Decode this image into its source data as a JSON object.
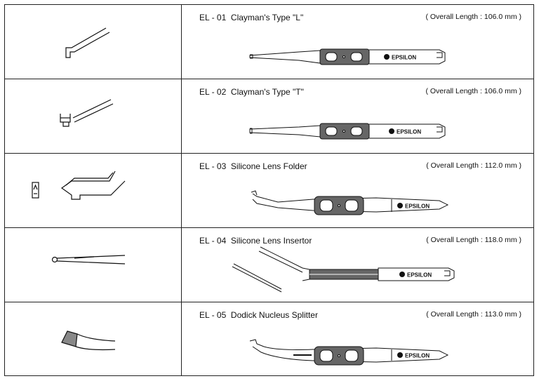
{
  "brand": "EPSILON",
  "products": [
    {
      "code": "EL - 01",
      "name": "Clayman's Type \"L\"",
      "length": "( Overall Length : 106.0 mm )"
    },
    {
      "code": "EL - 02",
      "name": "Clayman's Type \"T\"",
      "length": "( Overall Length : 106.0 mm )"
    },
    {
      "code": "EL - 03",
      "name": "Silicone Lens Folder",
      "length": "( Overall Length : 112.0 mm )"
    },
    {
      "code": "EL - 04",
      "name": "Silicone Lens Insertor",
      "length": "( Overall Length : 118.0 mm )"
    },
    {
      "code": "EL - 05",
      "name": "Dodick Nucleus Splitter",
      "length": "( Overall Length : 113.0 mm )"
    }
  ]
}
